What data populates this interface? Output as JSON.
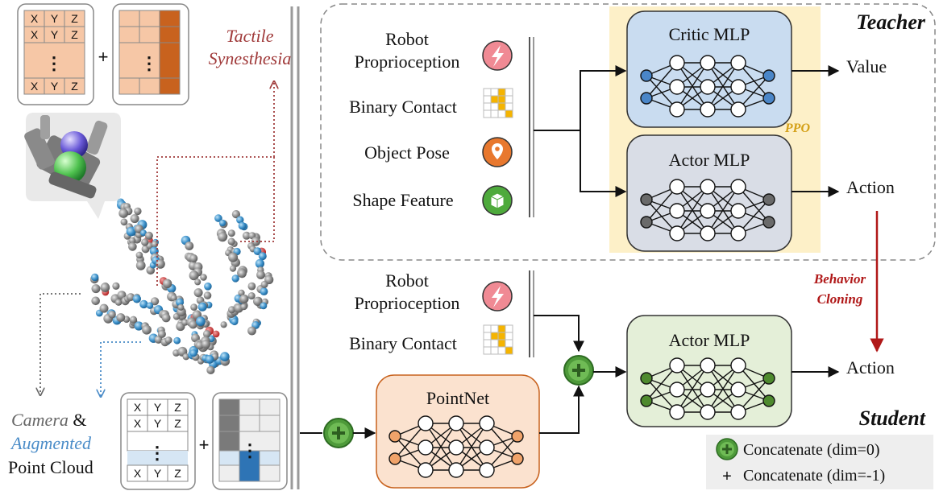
{
  "left_panel": {
    "tactile_label_line1": "Tactile",
    "tactile_label_line2": "Synesthesia",
    "camera_label": "Camera",
    "amp": " &",
    "augmented_label": "Augmented",
    "point_cloud_label": "Point Cloud",
    "xyz": [
      "X",
      "Y",
      "Z"
    ],
    "ellipsis": "⋮",
    "plus": "+"
  },
  "teacher": {
    "title": "Teacher",
    "inputs": [
      "Robot Proprioception",
      "Binary Contact",
      "Object Pose",
      "Shape Feature"
    ],
    "input_lines": {
      "proprio": [
        "Robot",
        "Proprioception"
      ],
      "contact": "Binary Contact",
      "pose": "Object Pose",
      "shape": "Shape Feature"
    },
    "critic_label": "Critic MLP",
    "actor_label": "Actor MLP",
    "ppo_label": "PPO",
    "value_output": "Value",
    "action_output": "Action"
  },
  "transfer": {
    "line1": "Behavior",
    "line2": "Cloning"
  },
  "student": {
    "title": "Student",
    "inputs": {
      "proprio": [
        "Robot",
        "Proprioception"
      ],
      "contact": "Binary Contact"
    },
    "pointnet_label": "PointNet",
    "actor_label": "Actor MLP",
    "action_output": "Action"
  },
  "legend": {
    "concat0": "Concatenate (dim=0)",
    "concat1": "Concatenate (dim=-1)",
    "plus_symbol": "+"
  },
  "colors": {
    "critic_fill": "#c9dcf0",
    "actor_teacher_fill": "#d9dde6",
    "ppo_band": "#fdf0c8",
    "ppo_text": "#d4a017",
    "student_actor_fill": "#e4efd8",
    "pointnet_fill": "#fbe2cf",
    "behavior_red": "#b01818",
    "tactile_red": "#a03a3a",
    "augmented_blue": "#4a8cc8",
    "concat_green": "#4e9a3a",
    "tactile_orange": "#c8621e",
    "grid_peach": "#f6c7a6"
  }
}
